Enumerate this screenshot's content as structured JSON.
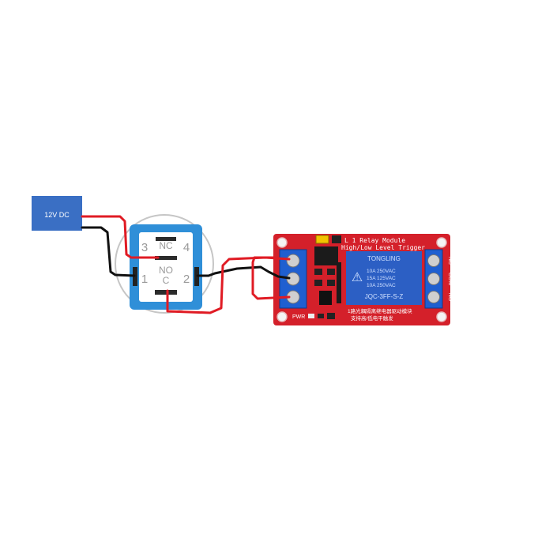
{
  "power_supply": {
    "label": "12V DC",
    "color": "#3a6fc4"
  },
  "push_button": {
    "pins": {
      "nc_top_left": "3",
      "nc_top_right": "4",
      "no_left": "1",
      "no_right": "2"
    },
    "nc_label": "NC",
    "no_label": "NO",
    "common_label": "C",
    "color": "#2f8fd8"
  },
  "relay_module": {
    "title_line1": "L 1 Relay Module",
    "title_line2": "High/Low Level Trigger",
    "relay_brand": "TONGLING",
    "relay_ratings": [
      "10A 250VAC",
      "15A 125VAC",
      "10A 250VAC"
    ],
    "relay_model": "JQC-3FF-S-Z",
    "terminal_labels": [
      "NC",
      "COM",
      "NO"
    ],
    "pwr_label": "PWR",
    "chinese_line1": "1路光耦隔离继电器驱动模块",
    "chinese_line2": "支持高/低电平触发",
    "board_color": "#d4202a",
    "relay_color": "#2c5fc4"
  },
  "wires": {
    "positive_color": "#e01b24",
    "negative_color": "#111111"
  }
}
